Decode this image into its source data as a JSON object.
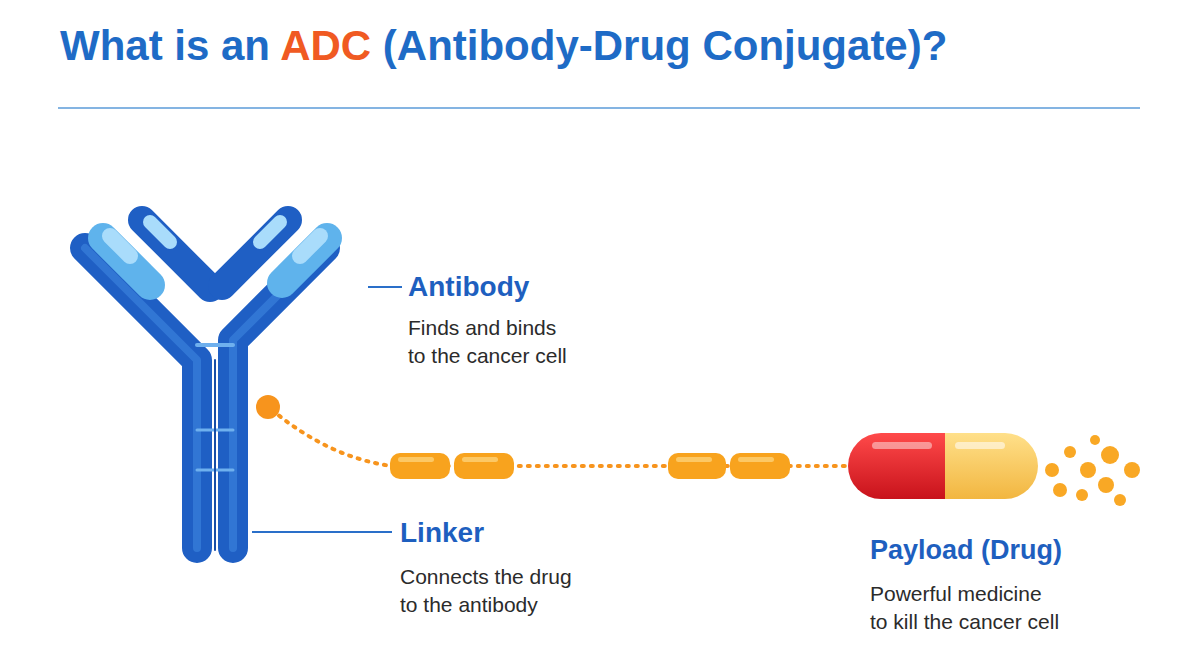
{
  "diagram": {
    "title": "What is an ADC (Antibody-Drug Conjugate)?",
    "labels": [
      "Antibody",
      "Finds and binds to the cancer cell",
      "Linker",
      "Connects the drug to the antibody",
      "Payload (Drug)",
      "Powerful medicine to kill the cancer cell"
    ]
  }
}
